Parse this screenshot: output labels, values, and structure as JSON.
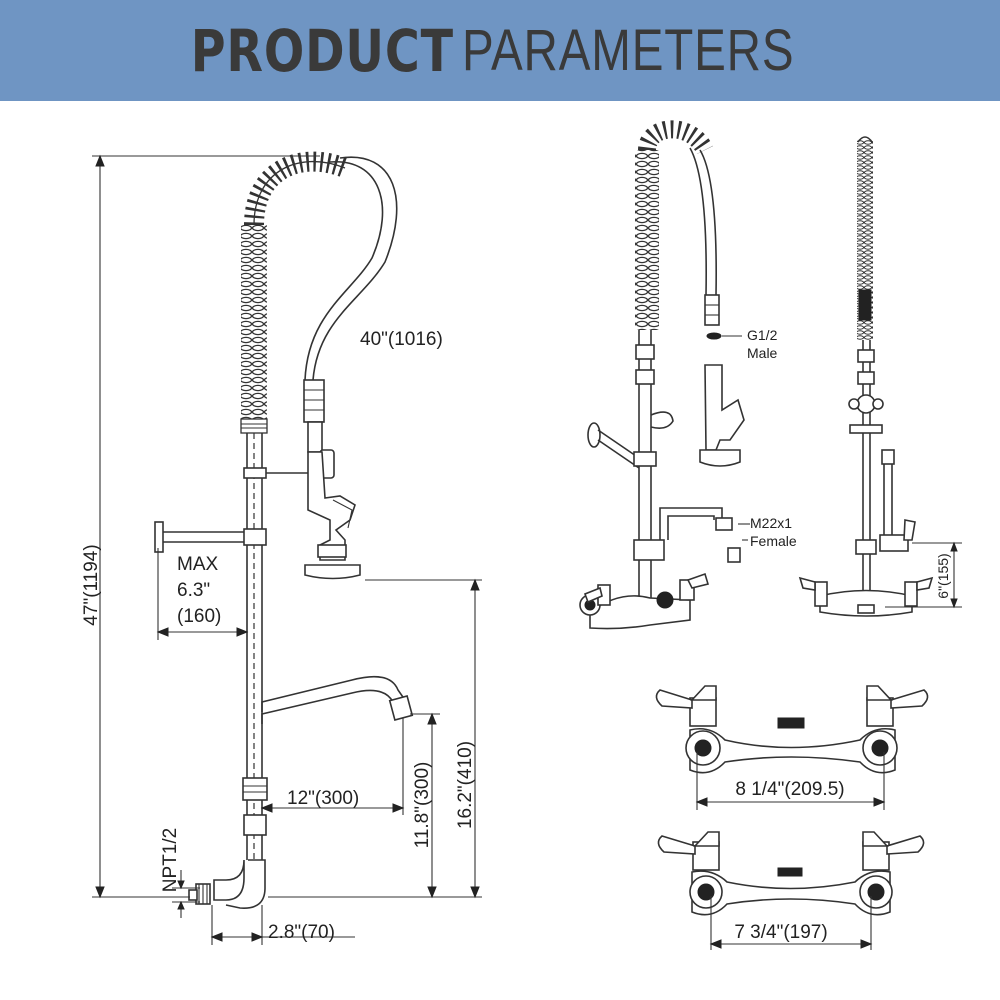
{
  "header": {
    "title_bold": "PRODUCT",
    "title_light": "PARAMETERS",
    "background_color": "#6f95c3",
    "text_color": "#3a3a3a"
  },
  "dimensions": {
    "hose_length": "40\"(1016)",
    "total_height": "47\"(1194)",
    "wall_bracket_max": "MAX",
    "wall_bracket_in": "6.3\"",
    "wall_bracket_mm": "(160)",
    "spout_reach": "12\"(300)",
    "spout_height": "11.8\"(300)",
    "sprayer_height": "16.2\"(410)",
    "inlet_thread": "NPT1/2",
    "wall_offset": "2.8\"(70)",
    "outlet_height": "6\"(155)",
    "center_large": "8 1/4\"(209.5)",
    "center_small": "7 3/4\"(197)"
  },
  "connections": {
    "sprayer_thread_line1": "G1/2",
    "sprayer_thread_line2": "Male",
    "aerator_thread_line1": "M22x1",
    "aerator_thread_line2": "Female"
  }
}
